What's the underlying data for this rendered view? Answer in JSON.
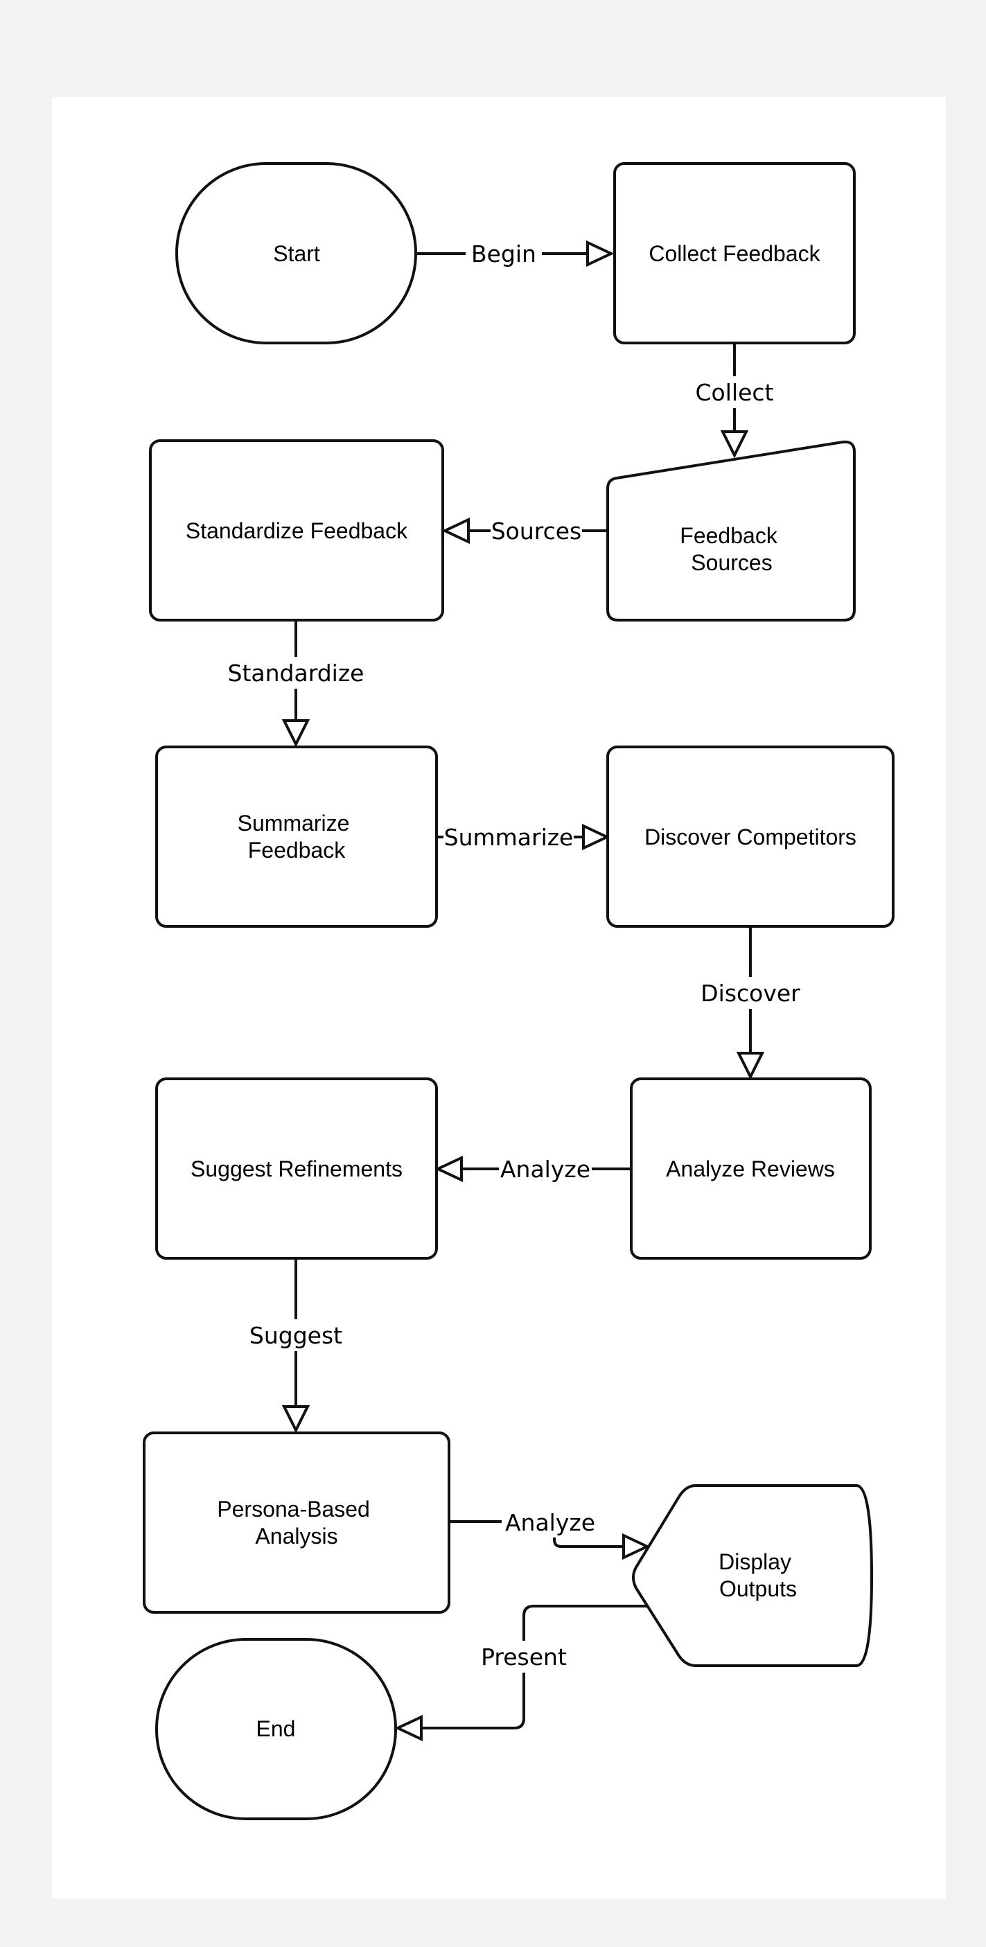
{
  "nodes": {
    "start": "Start",
    "collect_feedback": "Collect Feedback",
    "feedback_sources": [
      "Feedback",
      "Sources"
    ],
    "standardize_feedback": "Standardize Feedback",
    "summarize_feedback": [
      "Summarize",
      "Feedback"
    ],
    "discover_competitors": "Discover Competitors",
    "analyze_reviews": "Analyze Reviews",
    "suggest_refinements": "Suggest Refinements",
    "persona_analysis": [
      "Persona-Based",
      "Analysis"
    ],
    "display_outputs": [
      "Display",
      "Outputs"
    ],
    "end": "End"
  },
  "edges": {
    "begin": "Begin",
    "collect": "Collect",
    "sources": "Sources",
    "standardize": "Standardize",
    "summarize": "Summarize",
    "discover": "Discover",
    "analyze_reviews": "Analyze",
    "suggest": "Suggest",
    "analyze_persona": "Analyze",
    "present": "Present"
  }
}
